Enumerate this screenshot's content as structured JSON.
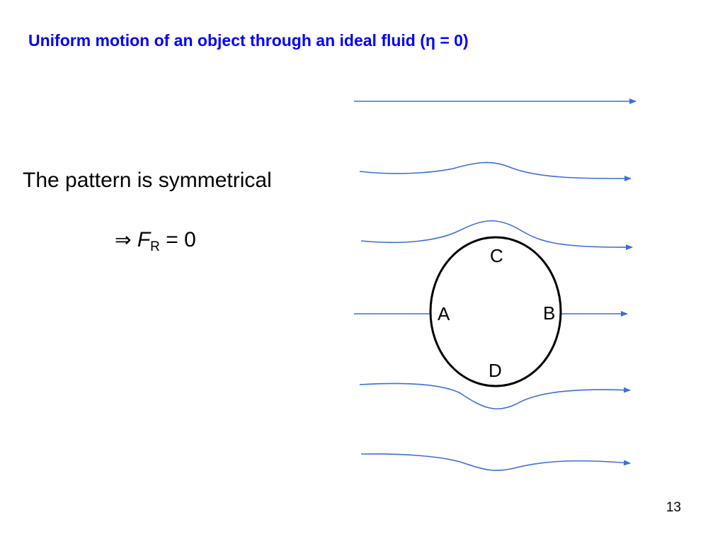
{
  "slide": {
    "title": "Uniform motion of an object through an ideal fluid (η = 0)",
    "statement": "The pattern is symmetrical",
    "result": {
      "implies_symbol": "⇒",
      "variable": "F",
      "subscript": "R",
      "equation_rest": " = 0"
    },
    "page_number": "13"
  },
  "diagram": {
    "points": {
      "left": "A",
      "right": "B",
      "top": "C",
      "bottom": "D"
    },
    "colors": {
      "streamline": "#3A6FDB",
      "object_outline": "#000000",
      "title": "#0000FF"
    }
  }
}
